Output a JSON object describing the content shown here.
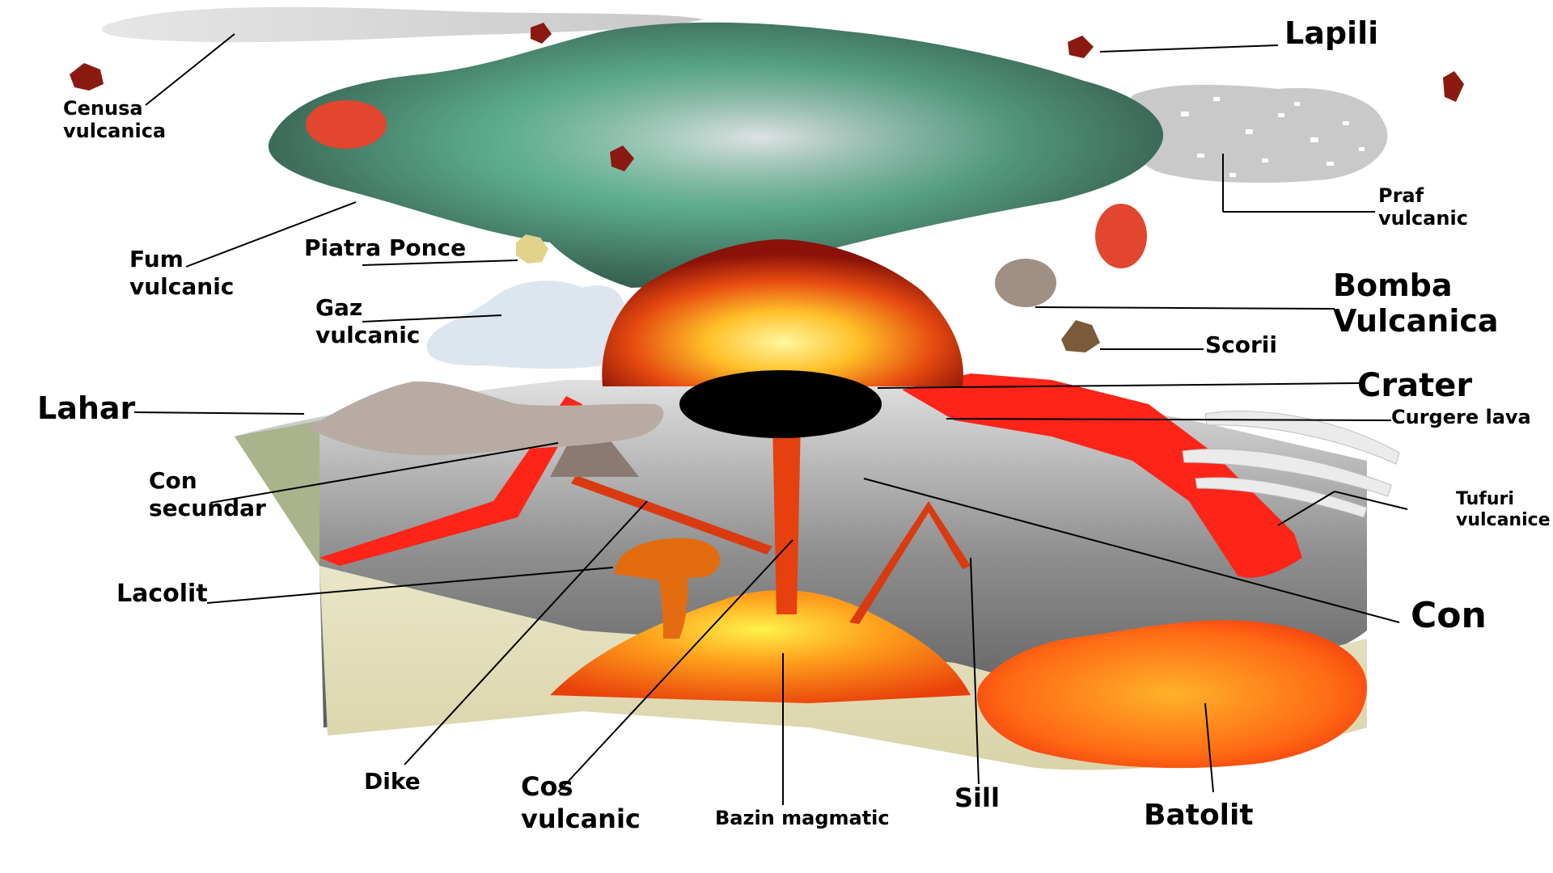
{
  "diagram": {
    "labels": {
      "lapili": "Lapili",
      "cenusa": [
        "Cenusa",
        "vulcanica"
      ],
      "praf": [
        "Praf",
        "vulcanic"
      ],
      "fum": [
        "Fum",
        "vulcanic"
      ],
      "piatra_ponce": "Piatra Ponce",
      "gaz": [
        "Gaz",
        "vulcanic"
      ],
      "bomba": [
        "Bomba",
        "Vulcanica"
      ],
      "scorii": "Scorii",
      "lahar": "Lahar",
      "crater": "Crater",
      "curgere_lava": "Curgere lava",
      "con_secundar": [
        "Con",
        "secundar"
      ],
      "tufuri": [
        "Tufuri",
        "vulcanice"
      ],
      "lacolit": "Lacolit",
      "con": "Con",
      "dike": "Dike",
      "cos": [
        "Cos",
        "vulcanic"
      ],
      "bazin": "Bazin magmatic",
      "sill": "Sill",
      "batolit": "Batolit"
    }
  }
}
